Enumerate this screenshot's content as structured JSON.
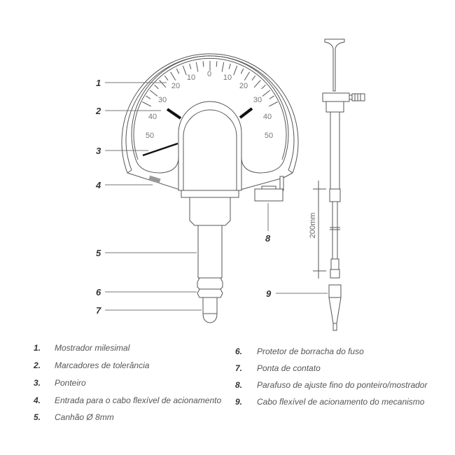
{
  "dial": {
    "tick_labels_left": [
      "10",
      "20",
      "30",
      "40",
      "50"
    ],
    "tick_label_zero": "0",
    "tick_labels_right": [
      "10",
      "20",
      "30",
      "40",
      "50"
    ]
  },
  "callouts": [
    "1",
    "2",
    "3",
    "4",
    "5",
    "6",
    "7",
    "8",
    "9"
  ],
  "dimension_label": "200mm",
  "legend": {
    "left": [
      {
        "num": "1.",
        "text": "Mostrador milesimal"
      },
      {
        "num": "2.",
        "text": "Marcadores de tolerância"
      },
      {
        "num": "3.",
        "text": "Ponteiro"
      },
      {
        "num": "4.",
        "text": "Entrada para o cabo flexível de acionamento"
      },
      {
        "num": "5.",
        "text": "Canhão Ø 8mm"
      }
    ],
    "right": [
      {
        "num": "6.",
        "text": "Protetor de borracha do fuso"
      },
      {
        "num": "7.",
        "text": "Ponta de contato"
      },
      {
        "num": "8.",
        "text": "Parafuso de ajuste fino do ponteiro/mostrador"
      },
      {
        "num": "9.",
        "text": "Cabo flexível de acionamento do mecanismo"
      }
    ]
  }
}
